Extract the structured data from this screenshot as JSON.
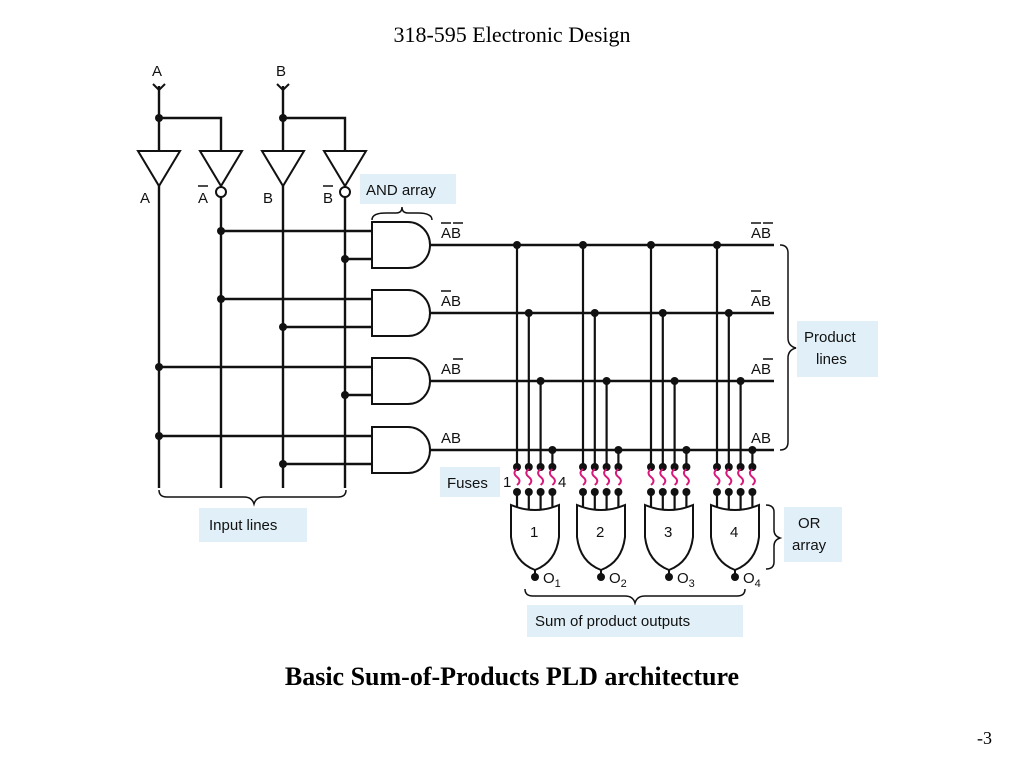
{
  "slide": {
    "header": "318-595 Electronic Design",
    "caption": "Basic Sum-of-Products PLD architecture",
    "page_number": "-3"
  },
  "diagram": {
    "inputs": [
      {
        "name": "A"
      },
      {
        "name": "B"
      }
    ],
    "input_buffer_labels": [
      "A",
      "A",
      "B",
      "B"
    ],
    "product_terms": [
      {
        "id": "AbarBbar",
        "letters": "AB"
      },
      {
        "id": "AbarB",
        "letters": "AB"
      },
      {
        "id": "ABbar",
        "letters": "AB"
      },
      {
        "id": "AB",
        "letters": "AB"
      }
    ],
    "or_gates": [
      {
        "number": "1",
        "output": "O",
        "sub": "1"
      },
      {
        "number": "2",
        "output": "O",
        "sub": "2"
      },
      {
        "number": "3",
        "output": "O",
        "sub": "3"
      },
      {
        "number": "4",
        "output": "O",
        "sub": "4"
      }
    ],
    "fuse_start_label": "1",
    "fuse_end_label": "4",
    "callouts": {
      "and_array": "AND array",
      "product_lines": [
        "Product",
        "lines"
      ],
      "fuses": "Fuses",
      "or_array": [
        "OR",
        "array"
      ],
      "input_lines": "Input lines",
      "sum_outputs": "Sum of product outputs"
    },
    "colors": {
      "wire": "#111111",
      "fuse": "#d8187a",
      "callout_fill": "#e1f0f8"
    }
  }
}
